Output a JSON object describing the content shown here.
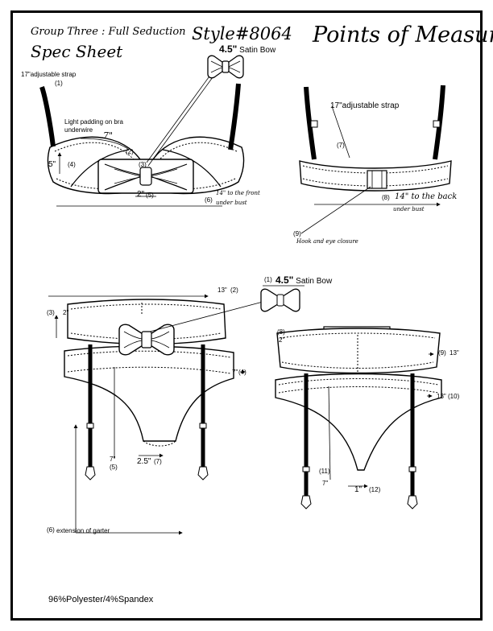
{
  "header": {
    "group": "Group Three : Full Seduction",
    "spec_sheet": "Spec Sheet",
    "style": "Style#8064",
    "points_of_measure": "Points of Measure"
  },
  "bra_front": {
    "strap_label": "17\"adjustable strap",
    "p1": "(1)",
    "padding_note": "Light padding on bra underwire",
    "dim_7": "7\"",
    "p2": "(2)",
    "dim_5": "5\"",
    "p4": "(4)",
    "p3": "(3)",
    "bow_size": "4.5\"",
    "bow_name": "Satin Bow",
    "dim_2": "2\"",
    "p5": "(5)",
    "p6": "(6)",
    "underbust_note_a": "14\" to the front",
    "underbust_note_b": "under bust"
  },
  "bra_back": {
    "strap_label": "17\"adjustable strap",
    "p7": "(7)",
    "p8": "(8)",
    "to_back": "14\" to the back",
    "under_bust": "under bust",
    "p9": "(9)",
    "hook_note": "Hook and eye closure"
  },
  "garter_front": {
    "p1": "(1)",
    "bow_size": "4.5\"",
    "bow_name": "Satin Bow",
    "dim_13": "13\"",
    "p2": "(2)",
    "p3": "(3)",
    "dim_2": "2\"",
    "dim_7": "7\"",
    "p4": "(4)",
    "dim_7b": "7\"",
    "p5": "(5)",
    "dim_25": "2.5\"",
    "p7": "(7)",
    "p6": "(6)",
    "extension": "extension of garter"
  },
  "garter_back": {
    "p8": "(8)",
    "dim_2": "2\"",
    "p9": "(9)",
    "dim_13a": "13\"",
    "dim_13b": "13\"",
    "p10": "(10)",
    "p11": "(11)",
    "dim_7": "7\"",
    "dim_1": "1\"",
    "p12": "(12)"
  },
  "footer": {
    "fabric": "96%Polyester/4%Spandex"
  }
}
